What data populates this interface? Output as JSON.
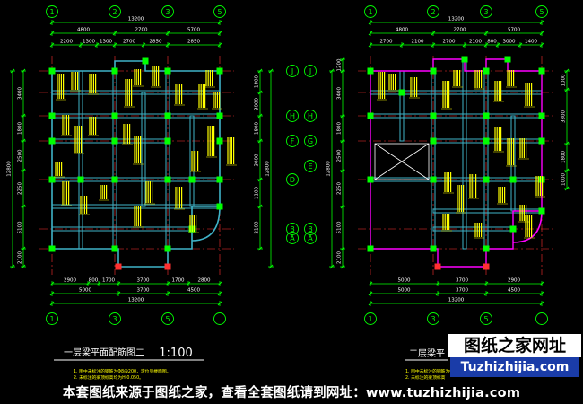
{
  "plan_left": {
    "title": "一层梁平面配筋图二",
    "scale": "1:100",
    "notes": [
      "1. 图中未标注的钢筋为Φ8@200，定位见楼面图。",
      "2. 未标注的梁顶标高均为H-0.050。"
    ],
    "top_total": "13200",
    "top_row1": [
      "4800",
      "2700",
      "5700"
    ],
    "top_row2": [
      "2200",
      "1300",
      "1300",
      "2700",
      "2850",
      "2850"
    ],
    "bottom_row1": [
      "2900",
      "800",
      "1700",
      "3700",
      "1700",
      "2800"
    ],
    "bottom_row2": [
      "5000",
      "3700",
      "4500"
    ],
    "bottom_total": "13200",
    "left_dims": [
      "3400",
      "1800",
      "2500",
      "2250",
      "5100",
      "2100"
    ],
    "left_total": "12800",
    "right_dims": [
      "1800",
      "3000",
      "1800",
      "3000",
      "1100",
      "2100"
    ],
    "right_total": "12800",
    "axis_top": [
      "1",
      "2",
      "3",
      "5"
    ],
    "axis_bottom": [
      "1",
      "3",
      "5"
    ],
    "axis_right": [
      "J",
      "H",
      "F",
      "D",
      "B",
      "A"
    ]
  },
  "plan_right": {
    "title": "二层梁平",
    "notes": [
      "1. 图中未标注的钢筋为Φ8@200",
      "2. 未标注的梁顶标高"
    ],
    "top_total": "13200",
    "top_row1": [
      "4800",
      "2700",
      "5700"
    ],
    "top_row2": [
      "2700",
      "2100",
      "2700",
      "2100",
      "800",
      "3000",
      "1400"
    ],
    "bottom_row1": [
      "5000",
      "3700",
      "2900"
    ],
    "bottom_row2": [
      "5000",
      "3700",
      "4500"
    ],
    "bottom_total": "13200",
    "left_dims": [
      "1200",
      "3400",
      "1800",
      "2500",
      "2250",
      "5100",
      "2100"
    ],
    "left_total": "12800",
    "right_dims": [
      "1000",
      "3300",
      "1800",
      "1000"
    ],
    "axis_top": [
      "1",
      "2",
      "3",
      "5"
    ],
    "axis_bottom": [
      "1",
      "3",
      "5"
    ],
    "axis_left": [
      "J",
      "H",
      "G",
      "E",
      "B",
      "A"
    ]
  },
  "watermark": {
    "cn": "图纸之家网址",
    "en": "Tuzhizhijia.com"
  },
  "footer": "本套图纸来源于图纸之家，查看全套图纸请到网址：www.tuzhizhijia.com",
  "colors": {
    "background": "#000000",
    "axis": "#00ff00",
    "beam": "#3fb3c8",
    "column": "#00ff00",
    "dim": "#00ff00",
    "label": "#ffff00",
    "red": "#ff3030",
    "magenta": "#ff00ff"
  }
}
